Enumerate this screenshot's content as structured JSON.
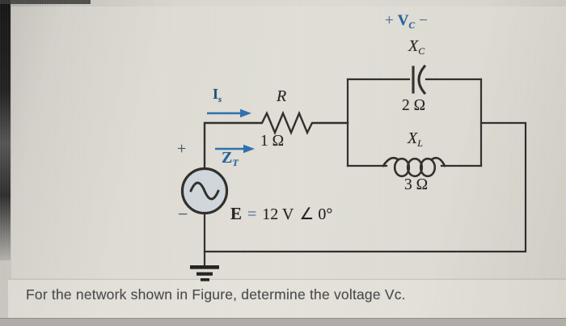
{
  "circuit": {
    "capacitor": {
      "polarity_plus": "+",
      "voltage_symbol": "V",
      "voltage_sub": "C",
      "polarity_minus": "−",
      "reactance_symbol": "X",
      "reactance_sub": "C",
      "value": "2 Ω"
    },
    "inductor": {
      "reactance_symbol": "X",
      "reactance_sub": "L",
      "value": "3 Ω"
    },
    "resistor": {
      "name": "R",
      "value": "1 Ω"
    },
    "source_current": {
      "symbol": "I",
      "sub": "s"
    },
    "total_impedance": {
      "symbol": "Z",
      "sub": "T"
    },
    "source": {
      "plus": "+",
      "minus": "−",
      "emf_symbol": "E",
      "equals": "=",
      "magnitude": "12 V",
      "angle": "∠ 0°"
    }
  },
  "caption": {
    "text": "For the network shown in Figure, determine the voltage Vc."
  },
  "colors": {
    "wire": "#2f2d2a",
    "blue_label": "#2161a0",
    "blue_arrow": "#2e6fad",
    "source_fill": "#cfd6db",
    "caption_text": "#474749"
  },
  "icons": {
    "ac_source": "ac-voltage-source-icon",
    "ground": "ground-icon",
    "capacitor": "capacitor-symbol",
    "inductor": "inductor-coil-symbol",
    "resistor": "resistor-symbol"
  }
}
